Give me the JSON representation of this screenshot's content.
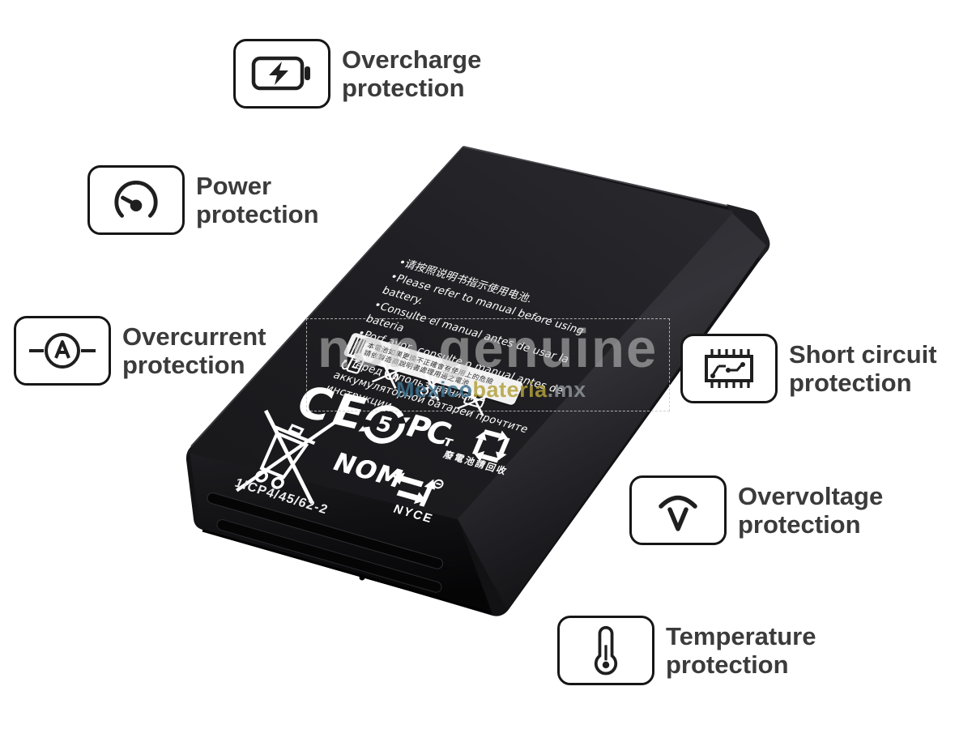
{
  "colors": {
    "label_text": "#3b3b3b",
    "battery_body": "#1b1b1e",
    "watermark_gray": "#c9c9c9",
    "watermark_teal": "#3f7390",
    "watermark_yellow": "#b3a13c",
    "watermark_tld": "#8e9397"
  },
  "callouts": {
    "overcharge": {
      "line1": "Overcharge",
      "line2": "protection",
      "icon": "battery-bolt-icon"
    },
    "power": {
      "line1": "Power",
      "line2": "protection",
      "icon": "gauge-icon"
    },
    "overcurrent": {
      "line1": "Overcurrent",
      "line2": "protection",
      "icon": "ammeter-icon"
    },
    "short_circuit": {
      "line1": "Short circuit",
      "line2": "protection",
      "icon": "chip-icon"
    },
    "overvoltage": {
      "line1": "Overvoltage",
      "line2": "protection",
      "icon": "voltage-arc-icon"
    },
    "temperature": {
      "line1": "Temperature",
      "line2": "protection",
      "icon": "thermometer-icon"
    }
  },
  "battery": {
    "instructions": {
      "zh": "•请按照说明书指示使用电池.",
      "en": "•Please refer to manual before using battery.",
      "es": "•Consulte el manual antes de usar la bateria",
      "pt": "•Porf avor,  consulte o manual antes de usar a bateria.",
      "ru": "•Перед  использованием  аккумуляторной батареи прочтите инструкции."
    },
    "sticker_line1": "本電池如果更換不正確會有使用上的危險",
    "sticker_line2": "請依製造商說明書處理用過之電池",
    "marks": {
      "ce": "CE",
      "rohs_number": "5",
      "eac_big": "PC",
      "eac_small": "т",
      "recycle_cn": "廢電池請回收",
      "nom": "NOM",
      "nyce": "NYCE",
      "model_number": "1ICP4/45/62-2"
    }
  },
  "watermark": {
    "non_genuine": "non genuine",
    "site_part1": "Mexico",
    "site_part2": "bateria",
    "site_part3": ".mx"
  }
}
